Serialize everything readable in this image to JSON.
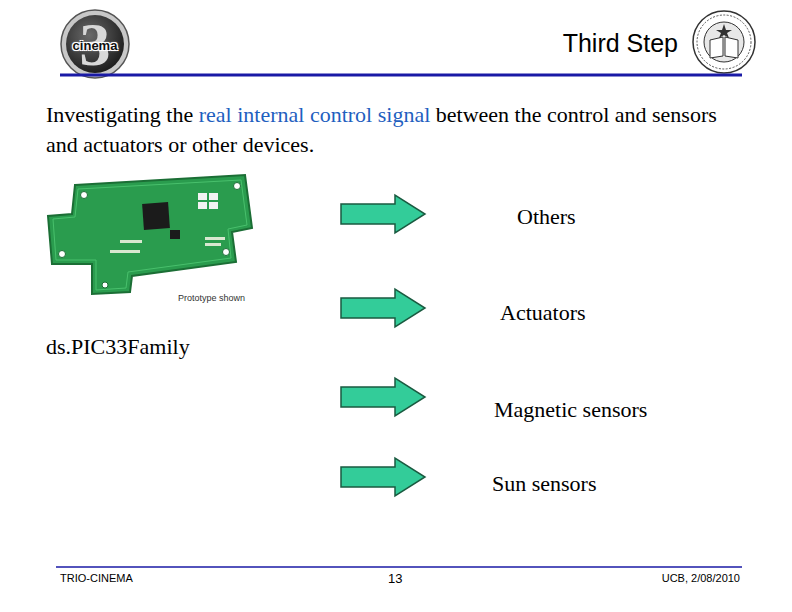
{
  "diagram": {
    "title": "Third Step",
    "labels": [
      "3",
      "cinema",
      "Investigating the",
      "real internal control signal",
      "between the control and sensors and actuators or other devices.",
      "Others",
      "Prototype shown",
      "Actuators",
      "ds.PIC33Family",
      "Magnetic sensors",
      "Sun sensors",
      "TRIO-CINEMA",
      "13",
      "UCB, 2/08/2010"
    ]
  }
}
